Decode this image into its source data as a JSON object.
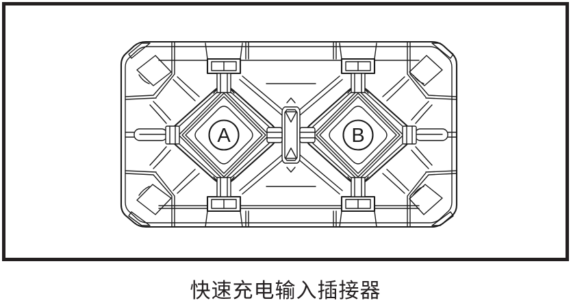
{
  "figure": {
    "type": "technical-line-drawing",
    "caption": "快速充电输入插接器",
    "terminals": [
      {
        "label": "A"
      },
      {
        "label": "B"
      }
    ],
    "colors": {
      "line": "#1b1b1b",
      "frame": "#231f20",
      "background": "#ffffff",
      "caption_text": "#231f20"
    }
  }
}
